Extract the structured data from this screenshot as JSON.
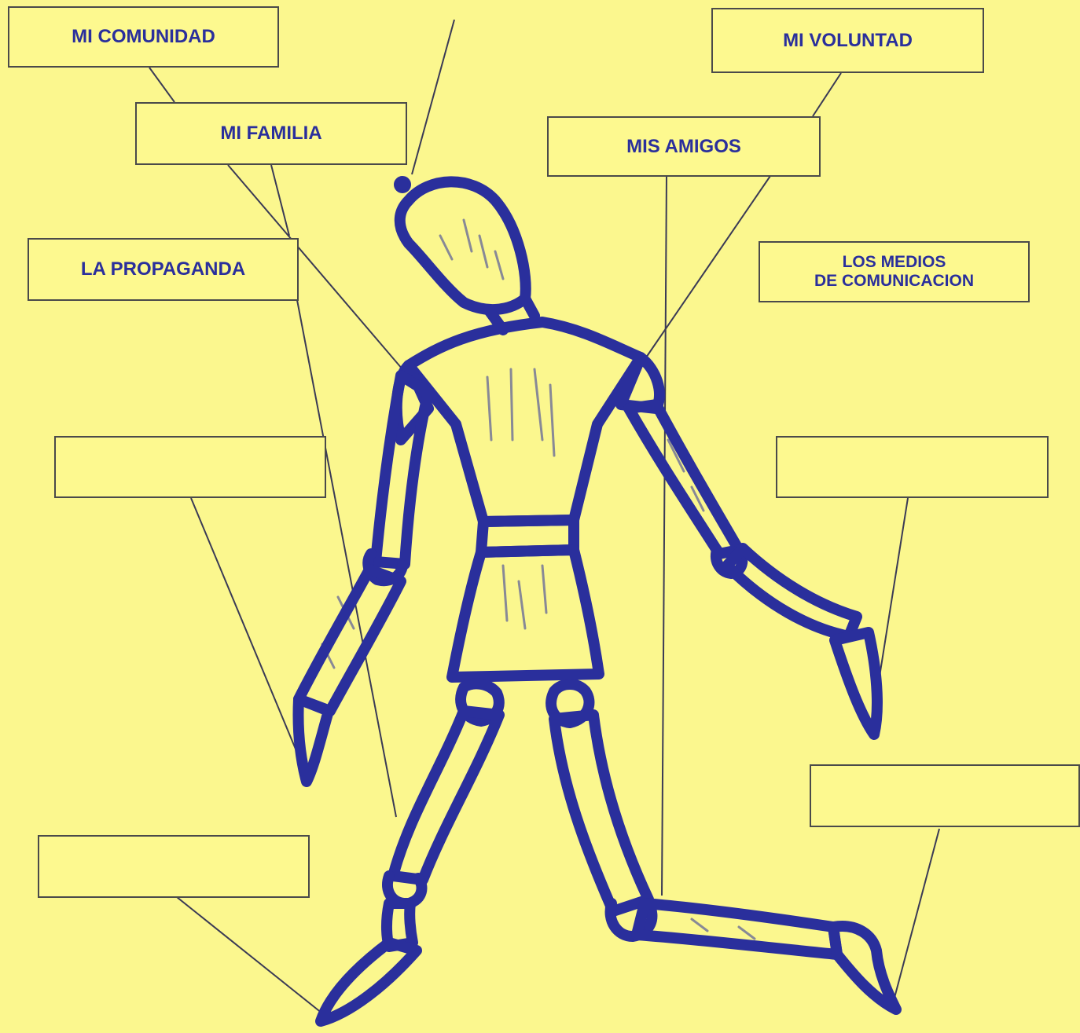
{
  "colors": {
    "background": "#fbf78e",
    "ink_blue": "#2a2f9c",
    "string_line": "#3a3a55",
    "box_border": "#4a4a4a"
  },
  "labels": {
    "mi_comunidad": "MI COMUNIDAD",
    "mi_familia": "MI FAMILIA",
    "la_propaganda": "LA PROPAGANDA",
    "mi_voluntad": "MI VOLUNTAD",
    "mis_amigos": "MIS AMIGOS",
    "los_medios": "LOS MEDIOS\nDE COMUNICACION"
  }
}
